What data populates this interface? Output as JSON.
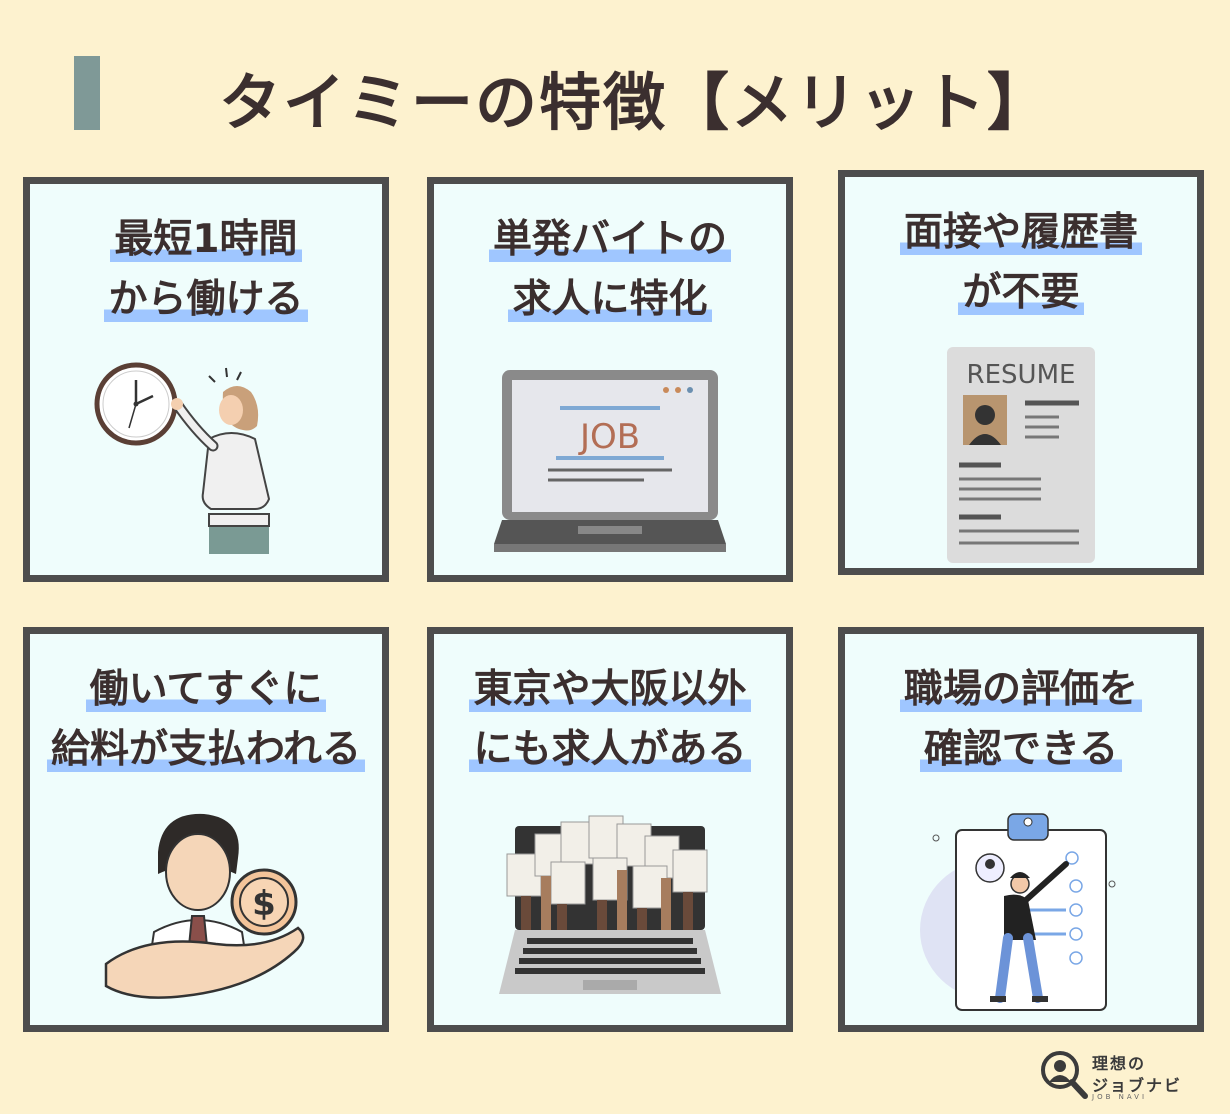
{
  "title": "タイミーの特徴【メリット】",
  "cards": [
    {
      "line1": "最短1時間",
      "line2": "から働ける"
    },
    {
      "line1": "単発バイトの",
      "line2": "求人に特化"
    },
    {
      "line1": "面接や履歴書",
      "line2": "が不要"
    },
    {
      "line1": "働いてすぐに",
      "line2": "給料が支払われる"
    },
    {
      "line1": "東京や大阪以外",
      "line2": "にも求人がある"
    },
    {
      "line1": "職場の評価を",
      "line2": "確認できる"
    }
  ],
  "illustrations": {
    "job_screen_text": "JOB",
    "resume_text": "RESUME"
  },
  "logo": {
    "line1": "理想の",
    "line2": "ジョブナビ",
    "line3": "JOB NAVI"
  }
}
